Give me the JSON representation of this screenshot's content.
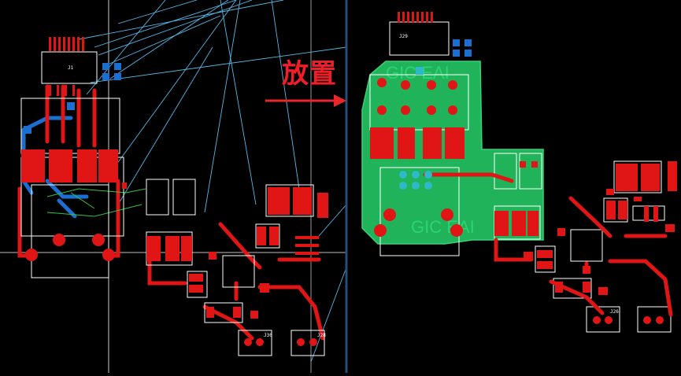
{
  "annotation": {
    "text": "放置"
  },
  "board": {
    "brand_text_top": "GIC EAI",
    "brand_text_bottom": "GIC EAI",
    "designators": [
      "J1",
      "J29",
      "J30",
      "J28",
      "J26"
    ]
  },
  "colors": {
    "background": "#000000",
    "copper_top": "#e01515",
    "copper_bottom": "#1b6fd1",
    "ground_pour": "#21b35a",
    "ratsnest": "#56b8e8",
    "silkscreen": "#ffffff",
    "split_line": "#2a4d78",
    "arrow": "#e8262b"
  }
}
